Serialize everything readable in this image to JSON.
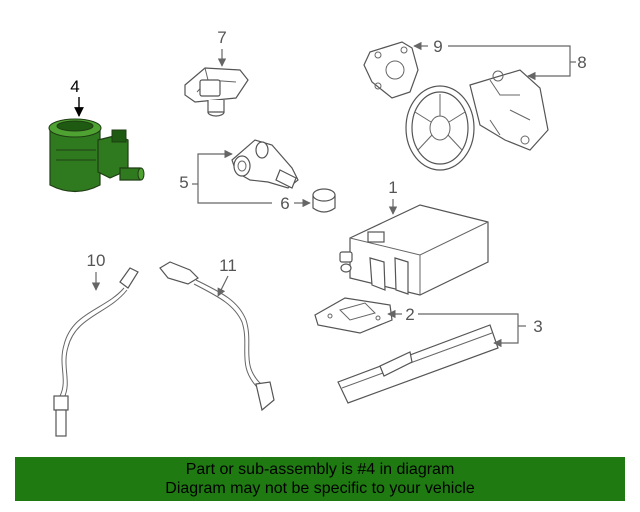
{
  "callouts": {
    "c1": "1",
    "c2": "2",
    "c3": "3",
    "c4": "4",
    "c5": "5",
    "c6": "6",
    "c7": "7",
    "c8": "8",
    "c9": "9",
    "c10": "10",
    "c11": "11"
  },
  "highlight_color": "#1f7a12",
  "part_color": "#2f7a1f",
  "banner": {
    "line1": "Part or sub-assembly is #4 in diagram",
    "line2": "Diagram may not be specific to your vehicle"
  }
}
